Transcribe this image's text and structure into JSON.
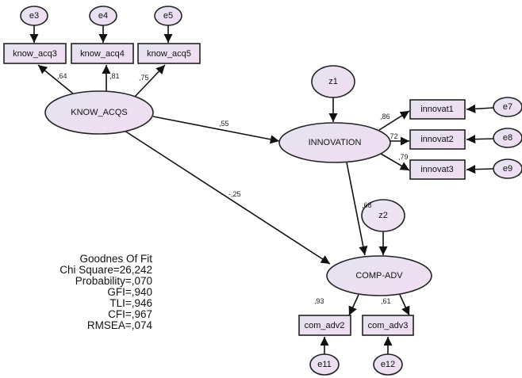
{
  "latent": {
    "know_acqs": "KNOW_ACQS",
    "innovation": "INNOVATION",
    "comp_adv": "COMP-ADV"
  },
  "indicators": {
    "know_acq3": "know_acq3",
    "know_acq4": "know_acq4",
    "know_acq5": "know_acq5",
    "innovat1": "innovat1",
    "innovat2": "innovat2",
    "innovat3": "innovat3",
    "com_adv2": "com_adv2",
    "com_adv3": "com_adv3"
  },
  "errors": {
    "e3": "e3",
    "e4": "e4",
    "e5": "e5",
    "e7": "e7",
    "e8": "e8",
    "e9": "e9",
    "e11": "e11",
    "e12": "e12",
    "z1": "z1",
    "z2": "z2"
  },
  "coefficients": {
    "know_acq3": ",64",
    "know_acq4": ",81",
    "know_acq5": ",75",
    "know_to_innov": ",55",
    "know_to_comp": "-,25",
    "innovat1": ",86",
    "innovat2": ",72",
    "innovat3": ",79",
    "innov_to_comp": ",68",
    "com_adv2": ",93",
    "com_adv3": ",61"
  },
  "fit": {
    "title": "Goodnes Of Fit",
    "chi": "Chi Square=26,242",
    "prob": "Probability=,070",
    "gfi": "GFI=,940",
    "tli": "TLI=,946",
    "cfi": "CFI=,967",
    "rmsea": "RMSEA=,074"
  },
  "colors": {
    "node_fill_start": "#e4e4f0",
    "node_fill_end": "#f2dcf2",
    "stroke": "#222222"
  }
}
